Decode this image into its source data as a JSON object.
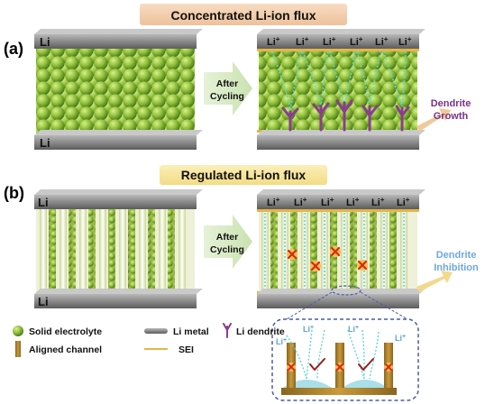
{
  "panel_a": {
    "label": "(a)",
    "banner": "Concentrated Li-ion flux",
    "anode_top": "Li",
    "anode_bottom": "Li",
    "arrow_line1": "After",
    "arrow_line2": "Cycling",
    "li_ion": "Li",
    "li_ion_sup": "+",
    "outcome_line1": "Dendrite",
    "outcome_line2": "Growth"
  },
  "panel_b": {
    "label": "(b)",
    "banner": "Regulated Li-ion flux",
    "anode_top": "Li",
    "anode_bottom": "Li",
    "arrow_line1": "After",
    "arrow_line2": "Cycling",
    "li_ion": "Li",
    "li_ion_sup": "+",
    "outcome_line1": "Dendrite",
    "outcome_line2": "Inhibition"
  },
  "legend": {
    "solid_electrolyte": "Solid electrolyte",
    "li_metal": "Li metal",
    "li_dendrite": "Li dendrite",
    "aligned_channel": "Aligned channel",
    "sei": "SEI"
  },
  "inset": {
    "li_ion": "Li",
    "li_ion_sup": "+"
  },
  "colors": {
    "banner_a": "#f2cfae",
    "banner_b": "#f7e59b",
    "electrolyte": "#8fbf3a",
    "li_metal": "#8a8a8a",
    "sei": "#e6b54a",
    "dendrite": "#8a3d8f",
    "ion_trail": "#5fd6d6",
    "channel": "#b5862a",
    "growth_text": "#7a2f8a",
    "inhibition_text": "#6fa8dc",
    "inset_border": "#4a5aa8",
    "electrolyte_fill": "#a9dfe8"
  }
}
